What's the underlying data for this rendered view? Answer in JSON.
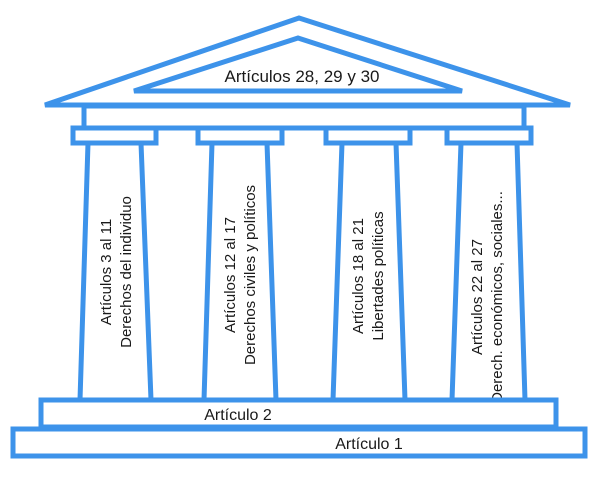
{
  "diagram": {
    "colors": {
      "outline": "#3d93ea",
      "fill": "#ffffff",
      "text": "#1a1a1a"
    },
    "pediment": {
      "label": "Artículos 28, 29 y 30"
    },
    "columns": [
      {
        "articles": "Artículos 3 al 11",
        "topic": "Derechos del individuo"
      },
      {
        "articles": "Artículos 12 al 17",
        "topic": "Derechos civiles y políticos"
      },
      {
        "articles": "Artículos 18 al 21",
        "topic": "Libertades políticas"
      },
      {
        "articles": "Artículos 22 al 27",
        "topic": "Derech. económicos, sociales..."
      }
    ],
    "upper_step": {
      "label": "Artículo 2"
    },
    "base": {
      "label": "Artículo 1"
    }
  }
}
